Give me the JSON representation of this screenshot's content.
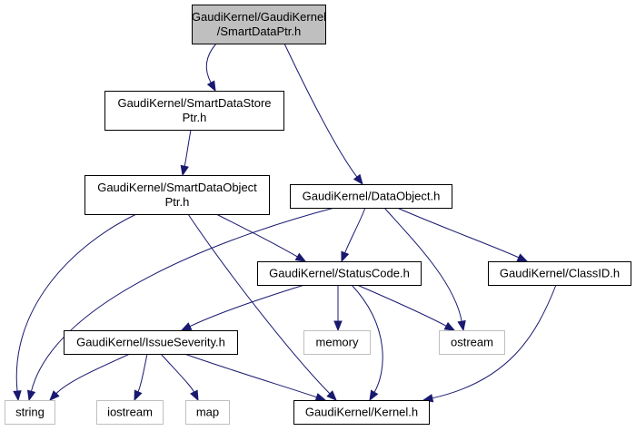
{
  "diagram": {
    "type": "include-dependency-graph",
    "colors": {
      "edge": "#191970",
      "root_fill": "#bfbfbf",
      "external_border": "#bfbfbf",
      "node_border": "#000000"
    },
    "nodes": [
      {
        "id": "root",
        "lines": [
          "GaudiKernel/GaudiKernel",
          "/SmartDataPtr.h"
        ],
        "kind": "root"
      },
      {
        "id": "store",
        "lines": [
          "GaudiKernel/SmartDataStore",
          "Ptr.h"
        ],
        "kind": "internal"
      },
      {
        "id": "objptr",
        "lines": [
          "GaudiKernel/SmartDataObject",
          "Ptr.h"
        ],
        "kind": "internal"
      },
      {
        "id": "dataobj",
        "lines": [
          "GaudiKernel/DataObject.h"
        ],
        "kind": "internal"
      },
      {
        "id": "status",
        "lines": [
          "GaudiKernel/StatusCode.h"
        ],
        "kind": "internal"
      },
      {
        "id": "classid",
        "lines": [
          "GaudiKernel/ClassID.h"
        ],
        "kind": "internal"
      },
      {
        "id": "issue",
        "lines": [
          "GaudiKernel/IssueSeverity.h"
        ],
        "kind": "internal"
      },
      {
        "id": "memory",
        "lines": [
          "memory"
        ],
        "kind": "external"
      },
      {
        "id": "ostream",
        "lines": [
          "ostream"
        ],
        "kind": "external"
      },
      {
        "id": "string",
        "lines": [
          "string"
        ],
        "kind": "external"
      },
      {
        "id": "iostream",
        "lines": [
          "iostream"
        ],
        "kind": "external"
      },
      {
        "id": "map",
        "lines": [
          "map"
        ],
        "kind": "external"
      },
      {
        "id": "kernel",
        "lines": [
          "GaudiKernel/Kernel.h"
        ],
        "kind": "internal"
      }
    ],
    "edges": [
      {
        "from": "root",
        "to": "store"
      },
      {
        "from": "root",
        "to": "dataobj"
      },
      {
        "from": "store",
        "to": "objptr"
      },
      {
        "from": "objptr",
        "to": "string"
      },
      {
        "from": "objptr",
        "to": "status"
      },
      {
        "from": "objptr",
        "to": "kernel"
      },
      {
        "from": "dataobj",
        "to": "string"
      },
      {
        "from": "dataobj",
        "to": "status"
      },
      {
        "from": "dataobj",
        "to": "ostream"
      },
      {
        "from": "dataobj",
        "to": "classid"
      },
      {
        "from": "status",
        "to": "issue"
      },
      {
        "from": "status",
        "to": "memory"
      },
      {
        "from": "status",
        "to": "ostream"
      },
      {
        "from": "status",
        "to": "kernel"
      },
      {
        "from": "classid",
        "to": "kernel"
      },
      {
        "from": "issue",
        "to": "string"
      },
      {
        "from": "issue",
        "to": "iostream"
      },
      {
        "from": "issue",
        "to": "map"
      },
      {
        "from": "issue",
        "to": "kernel"
      }
    ]
  }
}
